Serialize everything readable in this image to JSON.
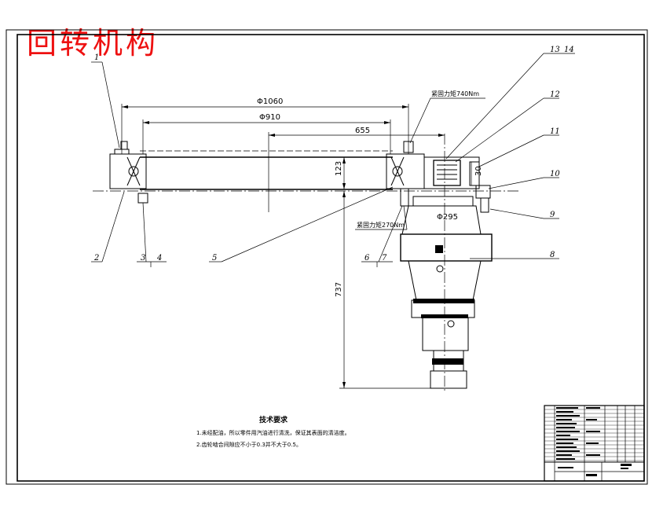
{
  "title": "回转机构",
  "dimensions": {
    "d1060": "Φ1060",
    "d910": "Φ910",
    "d655": "655",
    "d123": "123",
    "d737": "737",
    "d295": "Φ295",
    "d30": "30"
  },
  "notes": {
    "torque_top": "紧固力矩740Nm",
    "torque_bottom": "紧固力矩270Nm"
  },
  "balloons": [
    "1",
    "2",
    "3",
    "4",
    "5",
    "6",
    "7",
    "8",
    "9",
    "10",
    "11",
    "12",
    "13",
    "14"
  ],
  "tech": {
    "heading": "技术要求",
    "line1": "1.未经配油，所以零件用汽油进行清洗，保证其表面的清洁度。",
    "line2": "2.齿轮啮合间隙应不小于0.3并不大于0.5。"
  },
  "colors": {
    "title_red": "#ee1111",
    "line": "#000000"
  }
}
